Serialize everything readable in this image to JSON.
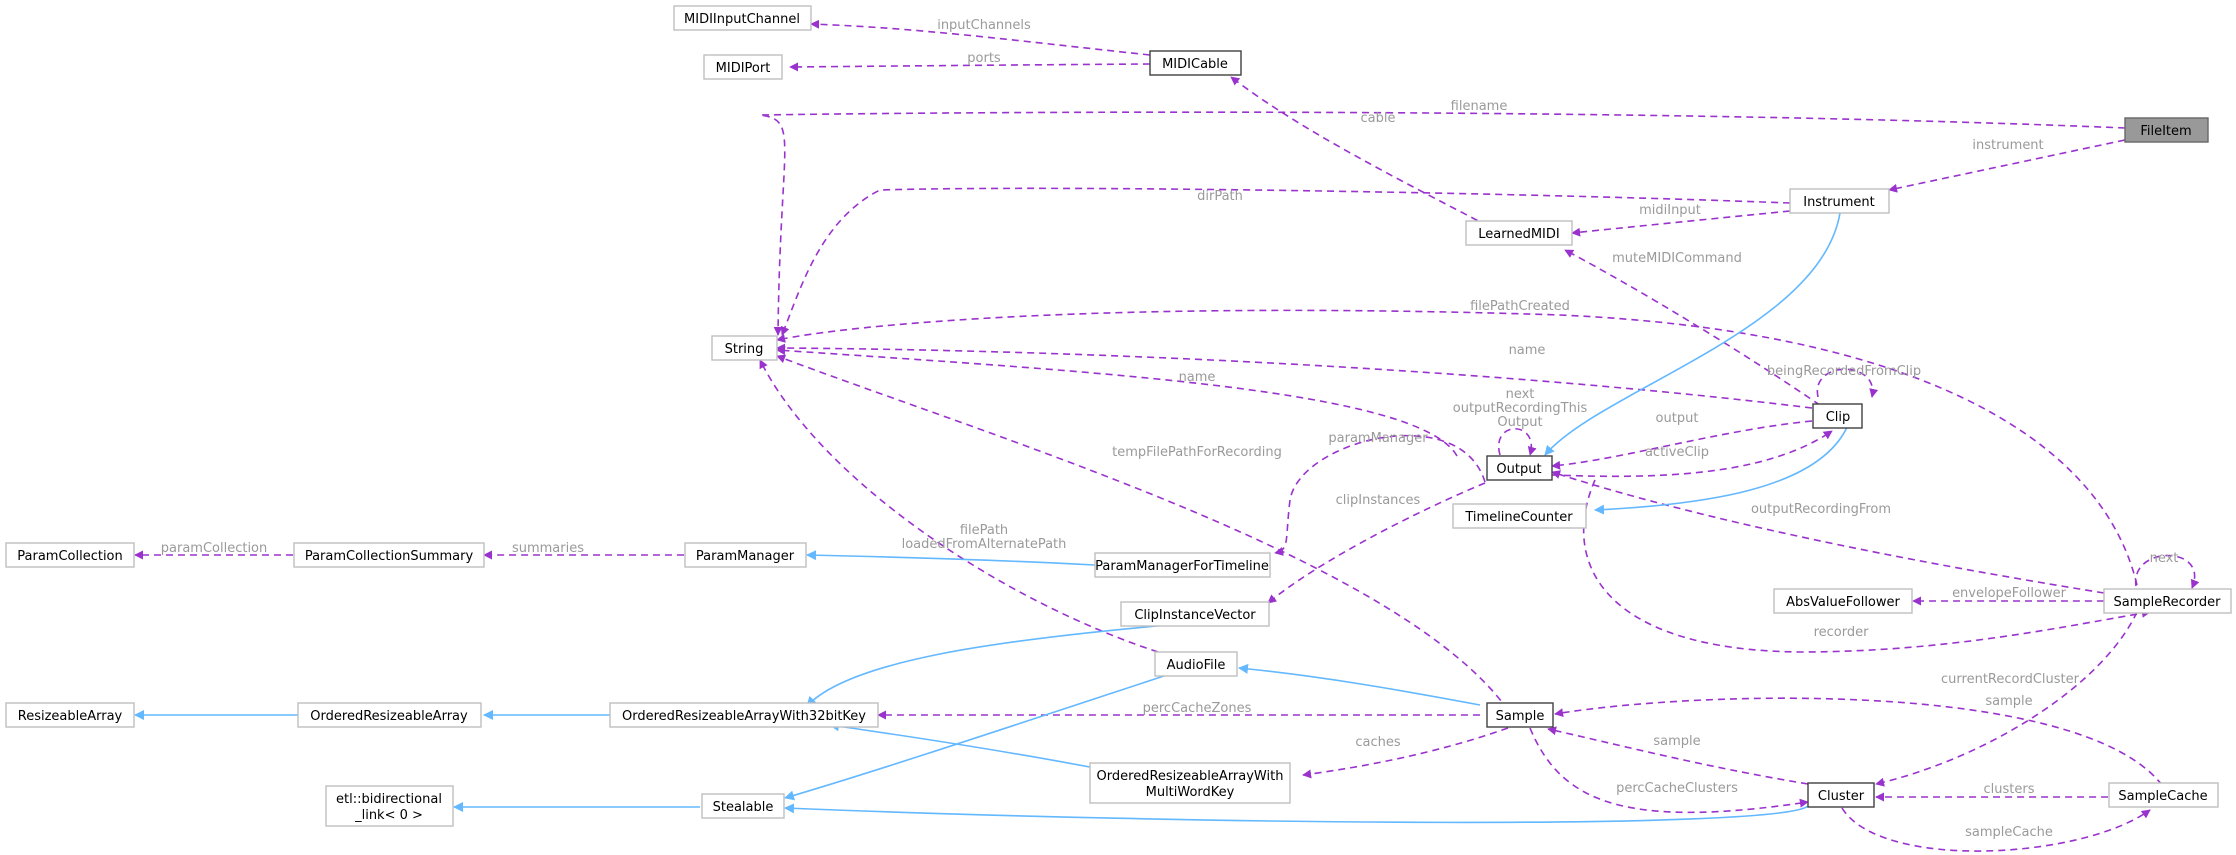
{
  "nodes": {
    "fileitem": "FileItem",
    "instrument": "Instrument",
    "midicable": "MIDICable",
    "midiinputchannel": "MIDIInputChannel",
    "midiport": "MIDIPort",
    "learnedmidi": "LearnedMIDI",
    "string": "String",
    "clip": "Clip",
    "output": "Output",
    "timelinecounter": "TimelineCounter",
    "paramcollection": "ParamCollection",
    "paramcollectionsummary": "ParamCollectionSummary",
    "parammanager": "ParamManager",
    "parammanagerfortimeline": "ParamManagerForTimeline",
    "clipinstancevector": "ClipInstanceVector",
    "audiofile": "AudioFile",
    "resizeablearray": "ResizeableArray",
    "orderedresizeablearray": "OrderedResizeableArray",
    "orderedresizeablearraywith32bitkey": "OrderedResizeableArrayWith32bitKey",
    "sample": "Sample",
    "orderedmultiword_l1": "OrderedResizeableArrayWith",
    "orderedmultiword_l2": "MultiWordKey",
    "etl_l1": "etl::bidirectional",
    "etl_l2": "_link< 0 >",
    "stealable": "Stealable",
    "cluster": "Cluster",
    "samplecache": "SampleCache",
    "samplerecorder": "SampleRecorder",
    "absvaluefollower": "AbsValueFollower"
  },
  "edge_labels": {
    "inputChannels": "inputChannels",
    "ports": "ports",
    "cable": "cable",
    "filename": "filename",
    "instrument": "instrument",
    "dirPath": "dirPath",
    "midiInput": "midiInput",
    "muteMIDICommand": "muteMIDICommand",
    "filePathCreated": "filePathCreated",
    "name_clip": "name",
    "beingRecordedFromClip": "beingRecordedFromClip",
    "name_output": "name",
    "next_out_1": "next",
    "next_out_2": "outputRecordingThis",
    "next_out_3": "Output",
    "output": "output",
    "activeClip": "activeClip",
    "paramManager": "paramManager",
    "tempFilePathForRecording": "tempFilePathForRecording",
    "clipInstances": "clipInstances",
    "filePath_1": "filePath",
    "filePath_2": "loadedFromAlternatePath",
    "paramCollection": "paramCollection",
    "summaries": "summaries",
    "outputRecordingFrom": "outputRecordingFrom",
    "next_recorder": "next",
    "envelopeFollower": "envelopeFollower",
    "recorder": "recorder",
    "currentRecordCluster": "currentRecordCluster",
    "percCacheZones": "percCacheZones",
    "sample_cache": "sample",
    "sample_cluster": "sample",
    "caches": "caches",
    "percCacheClusters": "percCacheClusters",
    "clusters": "clusters",
    "sampleCache": "sampleCache"
  },
  "colors": {
    "usage_edge": "#9a32cd",
    "inherit_edge": "#63b8ff",
    "edge_label": "#9a9a9a",
    "focus_node_fill": "#999999",
    "node_border": "#bfbfbf"
  }
}
